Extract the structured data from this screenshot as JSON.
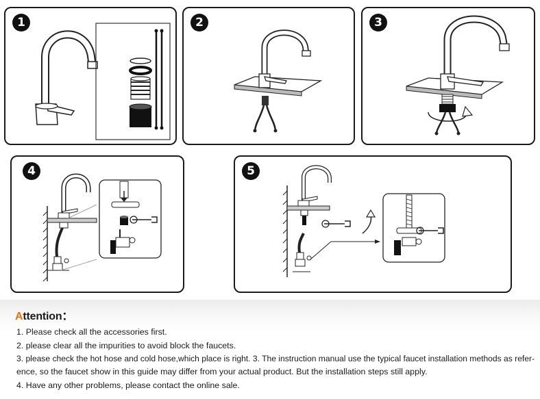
{
  "steps": [
    {
      "number": "1"
    },
    {
      "number": "2"
    },
    {
      "number": "3"
    },
    {
      "number": "4"
    },
    {
      "number": "5"
    }
  ],
  "attention": {
    "title_first": "A",
    "title_rest": "ttention：",
    "items": [
      "1.  Please check all the accessories first.",
      "2.  please clear all the impurities to avoid block the faucets.",
      "3.  please check the hot hose and cold hose,which place is right. 3.  The instruction manual use the typical faucet installation methods as refer-",
      "ence, so the faucet show in this   guide may differ from your actual product. But the installation steps still apply.",
      "4.  Have any other problems, please contact the online sale."
    ]
  },
  "colors": {
    "accent": "#e8730c",
    "ink": "#1a1a1a"
  }
}
